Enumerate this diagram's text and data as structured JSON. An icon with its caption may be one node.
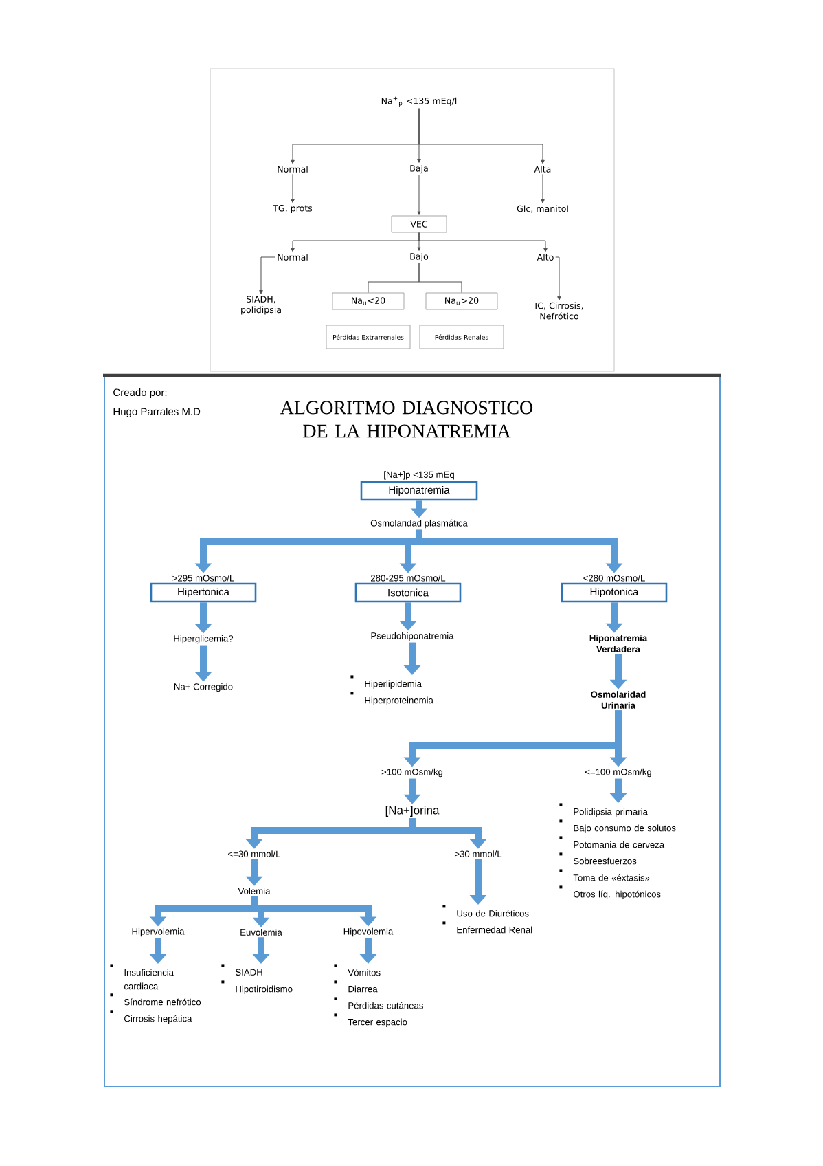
{
  "diagram": {
    "title": "ALGORITMO DIAGNOSTICO DE LA HIPONATREMIA",
    "nodes": [
      {
        "text": [
          "Na$^{+}$$_{p}$ <135 mEq/l"
        ]
      },
      {
        "text": [
          "Normal"
        ]
      },
      {
        "text": [
          "Baja"
        ]
      },
      {
        "text": [
          "Alta"
        ]
      },
      {
        "text": [
          "TG, prots"
        ]
      },
      {
        "text": [
          "Glc, manitol"
        ]
      },
      {
        "text": [
          "VEC"
        ]
      },
      {
        "text": [
          "Normal"
        ]
      },
      {
        "text": [
          "Bajo"
        ]
      },
      {
        "text": [
          "Alto"
        ]
      },
      {
        "text": [
          "SIADH, polidipsia"
        ]
      },
      {
        "text": [
          "Na$_{u}$<20"
        ]
      },
      {
        "text": [
          "Na$_{u}$>20"
        ]
      },
      {
        "text": [
          "Pérdidas Extrarrenales"
        ]
      },
      {
        "text": [
          "Pérdidas Renales"
        ]
      },
      {
        "text": [
          "IC, Cirrosis, Nefrótico"
        ]
      },
      {
        "text": [
          "[Na+]p <135 mEq",
          "Hiponatremia"
        ]
      },
      {
        "text": [
          "Osmolaridad plasmática"
        ]
      },
      {
        "text": [
          ">295 mOsmo/L",
          "Hipertonica"
        ]
      },
      {
        "text": [
          "280-295 mOsmo/L",
          "Isotonica"
        ]
      },
      {
        "text": [
          "<280 mOsmo/L",
          "Hipotonica"
        ]
      },
      {
        "text": [
          "Hiperglicemia?"
        ]
      },
      {
        "text": [
          "Na+ Corregido"
        ]
      },
      {
        "text": [
          "Pseudohiponatremia"
        ]
      },
      {
        "text": [
          "Hiperlipidemia",
          "Hiperproteinemia"
        ]
      },
      {
        "text": [
          "Hiponatremia Verdadera"
        ]
      },
      {
        "text": [
          "Osmolaridad Urinaria"
        ]
      },
      {
        "text": [
          ">100 mOsm/kg"
        ]
      },
      {
        "text": [
          "<=100 mOsm/kg"
        ]
      },
      {
        "text": [
          "[Na+]orina"
        ]
      },
      {
        "text": [
          "Polidipsia primaria",
          "Bajo consumo de solutos",
          "Potomania de cerveza",
          "Sobreesfuerzos",
          "Toma de «éxtasis»",
          "Otros líq. hipotónicos"
        ]
      },
      {
        "text": [
          "<=30 mmol/L"
        ]
      },
      {
        "text": [
          ">30 mmol/L"
        ]
      },
      {
        "text": [
          "Volemia"
        ]
      },
      {
        "text": [
          "Uso de Diuréticos",
          "Enfermedad Renal"
        ]
      },
      {
        "text": [
          "Hipervolemia"
        ]
      },
      {
        "text": [
          "Euvolemia"
        ]
      },
      {
        "text": [
          "Hipovolemia"
        ]
      },
      {
        "text": [
          "Insuficiencia cardiaca",
          "Síndrome nefrótico",
          "Cirrosis hepática"
        ]
      },
      {
        "text": [
          "SIADH",
          "Hipotiroidismo"
        ]
      },
      {
        "text": [
          "Vómitos",
          "Diarrea",
          "Pérdidas cutáneas",
          "Tercer espacio"
        ]
      }
    ],
    "edges": [
      {
        "from": 0,
        "to": 1,
        "arrow": "to",
        "color": "#4c4c4c"
      },
      {
        "from": 0,
        "to": 2,
        "arrow": "to",
        "color": "#4c4c4c"
      },
      {
        "from": 0,
        "to": 3,
        "arrow": "to",
        "color": "#4c4c4c"
      },
      {
        "from": 1,
        "to": 4,
        "arrow": "to",
        "color": "#4c4c4c"
      },
      {
        "from": 3,
        "to": 5,
        "arrow": "to",
        "color": "#4c4c4c"
      },
      {
        "from": 2,
        "to": 6,
        "arrow": "to",
        "color": "#4c4c4c"
      },
      {
        "from": 6,
        "to": 7,
        "arrow": "to",
        "color": "#4c4c4c"
      },
      {
        "from": 6,
        "to": 8,
        "arrow": "to",
        "color": "#4c4c4c"
      },
      {
        "from": 6,
        "to": 9,
        "arrow": "to",
        "color": "#4c4c4c"
      },
      {
        "from": 7,
        "to": 10,
        "arrow": "to",
        "color": "#4c4c4c"
      },
      {
        "from": 9,
        "to": 15,
        "arrow": "to",
        "color": "#4c4c4c"
      },
      {
        "from": 8,
        "to": 11,
        "arrow": "none",
        "color": "#4c4c4c"
      },
      {
        "from": 8,
        "to": 12,
        "arrow": "none",
        "color": "#4c4c4c"
      },
      {
        "from": 16,
        "to": 17,
        "arrow": "to"
      },
      {
        "from": 17,
        "to": 18,
        "arrow": "to"
      },
      {
        "from": 17,
        "to": 19,
        "arrow": "to"
      },
      {
        "from": 17,
        "to": 20,
        "arrow": "to"
      },
      {
        "from": 18,
        "to": 21,
        "arrow": "to"
      },
      {
        "from": 21,
        "to": 22,
        "arrow": "to"
      },
      {
        "from": 19,
        "to": 23,
        "arrow": "to"
      },
      {
        "from": 23,
        "to": 24,
        "arrow": "to"
      },
      {
        "from": 20,
        "to": 25,
        "arrow": "to"
      },
      {
        "from": 25,
        "to": 26,
        "arrow": "to"
      },
      {
        "from": 26,
        "to": 27,
        "arrow": "to"
      },
      {
        "from": 26,
        "to": 28,
        "arrow": "to"
      },
      {
        "from": 27,
        "to": 29,
        "arrow": "to"
      },
      {
        "from": 28,
        "to": 30,
        "arrow": "to"
      },
      {
        "from": 29,
        "to": 31,
        "arrow": "to"
      },
      {
        "from": 29,
        "to": 32,
        "arrow": "to"
      },
      {
        "from": 31,
        "to": 33,
        "arrow": "to"
      },
      {
        "from": 32,
        "to": 34,
        "arrow": "to"
      },
      {
        "from": 33,
        "to": 35,
        "arrow": "to"
      },
      {
        "from": 33,
        "to": 36,
        "arrow": "to"
      },
      {
        "from": 33,
        "to": 37,
        "arrow": "to"
      },
      {
        "from": 35,
        "to": 38,
        "arrow": "to"
      },
      {
        "from": 36,
        "to": 39,
        "arrow": "to"
      },
      {
        "from": 37,
        "to": 40,
        "arrow": "to"
      }
    ],
    "labels": [
      "Creado por:",
      "Hugo Parrales M.D"
    ]
  }
}
